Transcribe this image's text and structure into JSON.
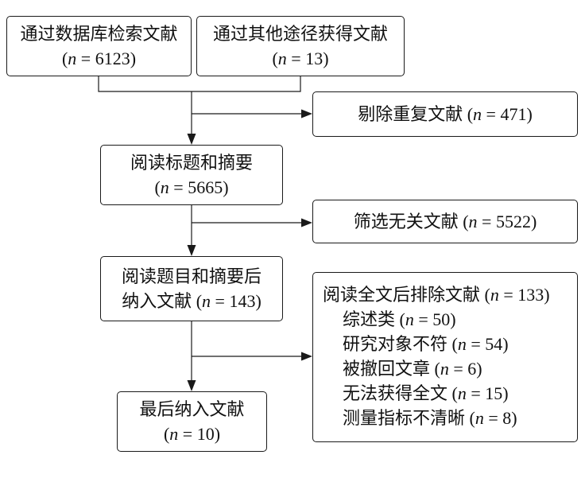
{
  "diagram": {
    "database_search": {
      "label": "通过数据库检索文献",
      "open": "(",
      "var": "n",
      "rest": " = 6123)"
    },
    "other_sources": {
      "label": "通过其他途径获得文献",
      "open": "(",
      "var": "n",
      "rest": " = 13)"
    },
    "duplicates_removed": {
      "label": "剔除重复文献",
      "open": " (",
      "var": "n",
      "rest": " = 471)"
    },
    "title_abstract_reading": {
      "label": "阅读标题和摘要",
      "open": "(",
      "var": "n",
      "rest": " = 5665)"
    },
    "irrelevant_excluded": {
      "label": "筛选无关文献",
      "open": " (",
      "var": "n",
      "rest": " = 5522)"
    },
    "included_after_screening": {
      "label_line1": "阅读题目和摘要后",
      "label": "纳入文献",
      "open": " (",
      "var": "n",
      "rest": " = 143)"
    },
    "fulltext_excluded": {
      "label": "阅读全文后排除文献",
      "open": " (",
      "var": "n",
      "rest": " = 133)",
      "reasons": [
        {
          "label": "综述类",
          "open": " (",
          "var": "n",
          "rest": " = 50)"
        },
        {
          "label": "研究对象不符",
          "open": " (",
          "var": "n",
          "rest": " = 54)"
        },
        {
          "label": "被撤回文章",
          "open": " (",
          "var": "n",
          "rest": " = 6)"
        },
        {
          "label": "无法获得全文",
          "open": " (",
          "var": "n",
          "rest": " = 15)"
        },
        {
          "label": "测量指标不清晰",
          "open": " (",
          "var": "n",
          "rest": " = 8)"
        }
      ]
    },
    "final_included": {
      "label": "最后纳入文献",
      "open": "(",
      "var": "n",
      "rest": " = 10)"
    }
  },
  "colors": {
    "stroke": "#1a1a1a",
    "background": "#ffffff",
    "text": "#111111"
  }
}
